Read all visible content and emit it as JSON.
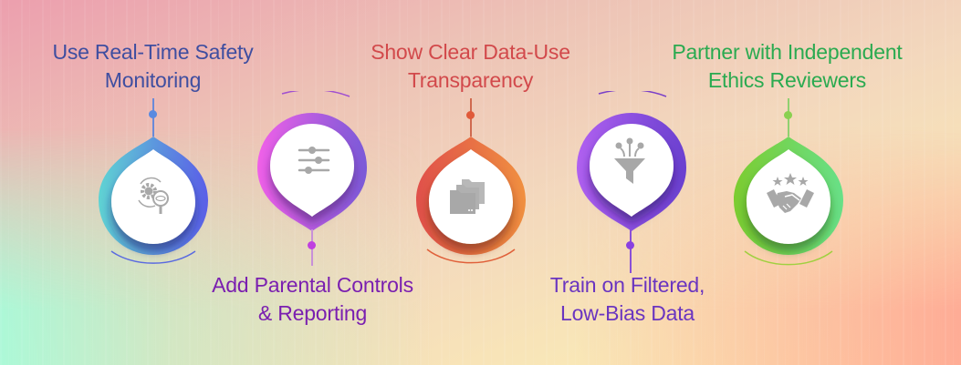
{
  "steps": [
    {
      "title_line1": "Use Real-Time Safety",
      "title_line2": "Monitoring",
      "icon": "gear-eye-monitoring-icon",
      "color": "#3f4ea0",
      "gradient": [
        "#5fd3d3",
        "#5a5ee8"
      ],
      "position": "top"
    },
    {
      "title_line1": "Add Parental Controls",
      "title_line2": "& Reporting",
      "icon": "sliders-icon",
      "color": "#7a1fb0",
      "gradient": [
        "#f060e8",
        "#7a5ad8"
      ],
      "position": "bottom"
    },
    {
      "title_line1": "Show Clear Data-Use",
      "title_line2": "Transparency",
      "icon": "folders-icon",
      "color": "#d2494b",
      "gradient": [
        "#e0504a",
        "#f09040"
      ],
      "position": "top"
    },
    {
      "title_line1": "Train on Filtered,",
      "title_line2": "Low-Bias Data",
      "icon": "filter-funnel-icon",
      "color": "#6a35c0",
      "gradient": [
        "#b060f0",
        "#6a40d0"
      ],
      "position": "bottom"
    },
    {
      "title_line1": "Partner with Independent",
      "title_line2": "Ethics Reviewers",
      "icon": "handshake-stars-icon",
      "color": "#2aaa50",
      "gradient": [
        "#7ccc30",
        "#68e088"
      ],
      "position": "top"
    }
  ]
}
